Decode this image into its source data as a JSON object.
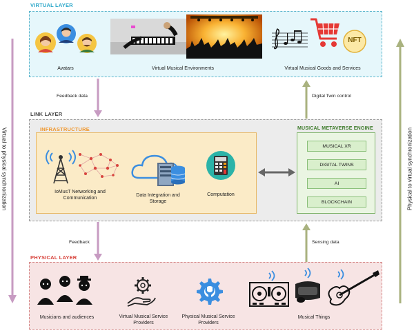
{
  "layers": {
    "virtual": {
      "title": "VIRTUAL LAYER",
      "items": [
        "Avatars",
        "Virtual Musical Environments",
        "Virtual Musical Goods and Services"
      ],
      "nft_badge": "NFT"
    },
    "link": {
      "title": "LINK LAYER",
      "infrastructure": {
        "title": "INFRASTRUCTURE",
        "items": [
          "IoMusT Networking and Communication",
          "Data Integration and Storage",
          "Computation"
        ]
      },
      "engine": {
        "title": "MUSICAL METAVERSE ENGINE",
        "items": [
          "MUSICAL XR",
          "DIGITAL TWINS",
          "AI",
          "BLOCKCHAIN"
        ]
      }
    },
    "physical": {
      "title": "PHYSICAL LAYER",
      "items": [
        "Musicians and audiences",
        "Virtual Musical Service Providers",
        "Physical Musical Service Providers",
        "Musical Things"
      ]
    }
  },
  "flows": {
    "feedback_data": "Feedback data",
    "digital_twin_control": "Digital Twin control",
    "feedback": "Feedback",
    "sensing_data": "Sensing data",
    "left_side": "Virtual to physical synchronization",
    "right_side": "Physical to virtual synchronization"
  },
  "colors": {
    "virtual_title": "#2aa7c9",
    "link_title": "#444444",
    "infra_title": "#f0962a",
    "engine_title": "#3d7a2a",
    "physical_title": "#d8453e",
    "down_arrow": "#c79bc2",
    "up_arrow": "#a9b27f"
  }
}
